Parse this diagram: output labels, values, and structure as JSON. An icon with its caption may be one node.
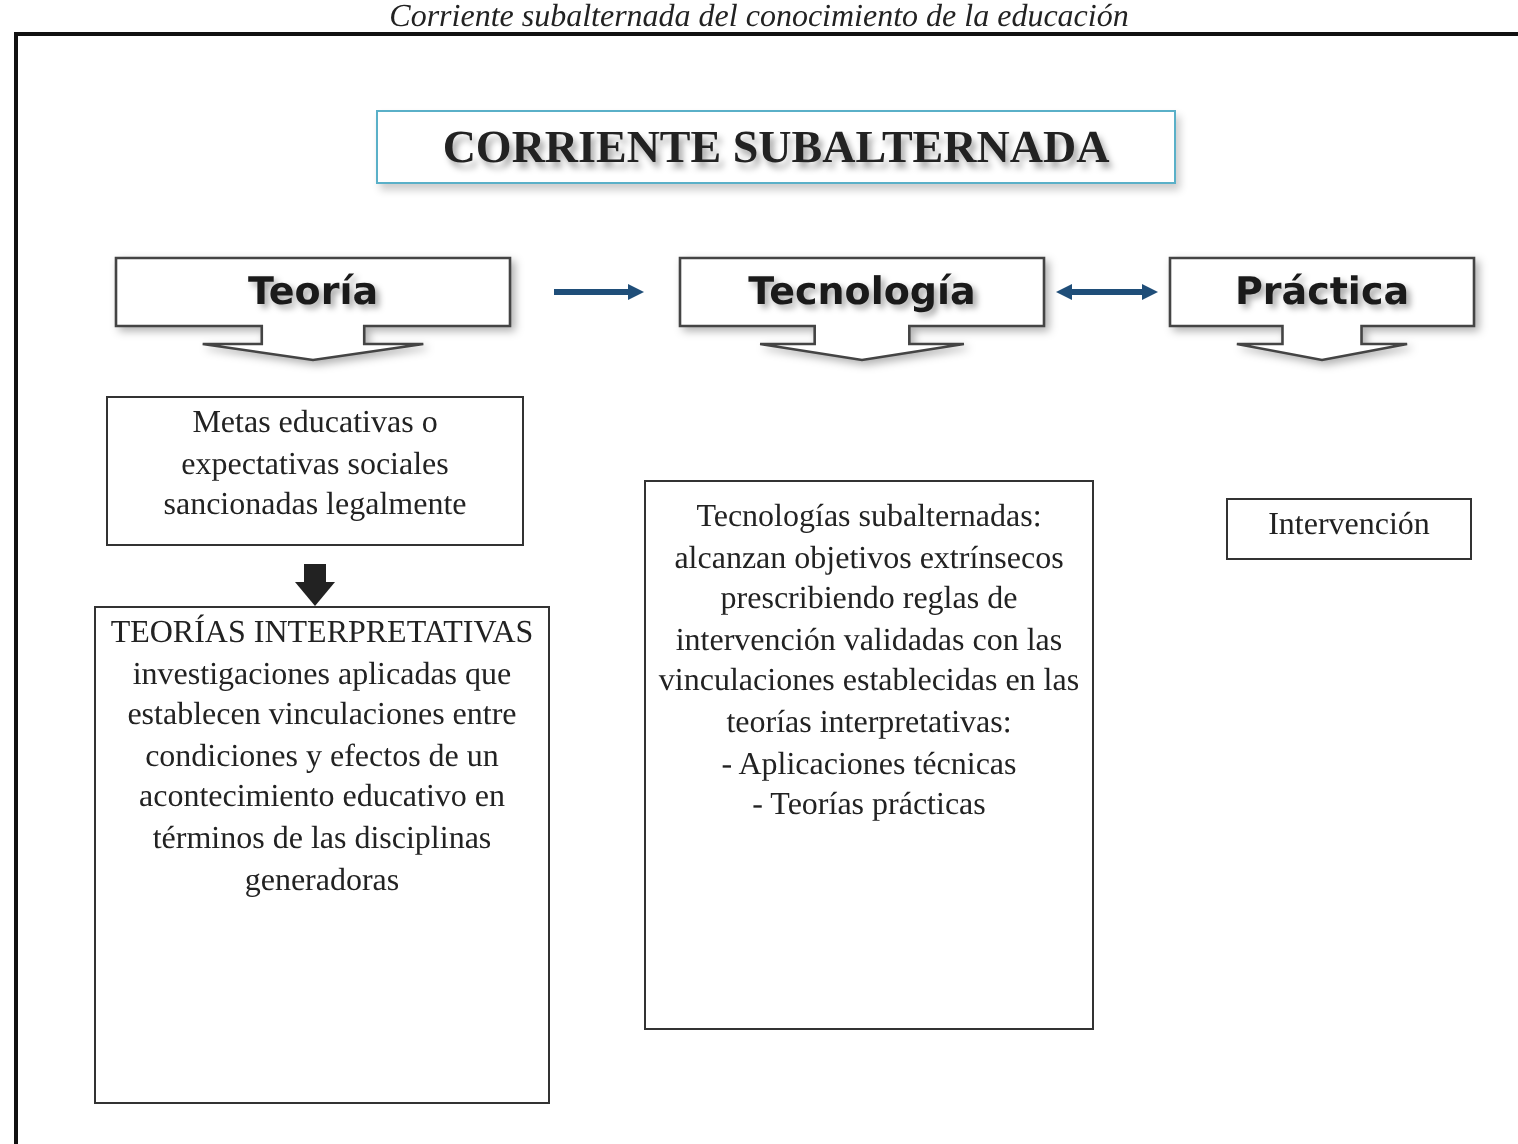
{
  "diagram": {
    "title": "Corriente subalternada del conocimiento de la educación",
    "nodes": [
      {
        "text": [
          "CORRIENTE SUBALTERNADA"
        ]
      },
      {
        "text": [
          "Teoría"
        ]
      },
      {
        "text": [
          "Tecnología"
        ]
      },
      {
        "text": [
          "Práctica"
        ]
      },
      {
        "text": [
          "Metas educativas o expectativas sociales sancionadas legalmente"
        ]
      },
      {
        "text": [
          "TEORÍAS INTERPRETATIVAS",
          "investigaciones aplicadas que establecen vinculaciones entre condiciones y efectos de un acontecimiento educativo en términos de las disciplinas generadoras"
        ]
      },
      {
        "text": [
          "Tecnologías subalternadas: alcanzan objetivos extrínsecos prescribiendo reglas de intervención validadas con las vinculaciones establecidas en las teorías interpretativas:",
          "- Aplicaciones técnicas",
          "- Teorías prácticas"
        ]
      },
      {
        "text": [
          "Intervención"
        ]
      }
    ],
    "edges": [
      {
        "from": 1,
        "to": 2,
        "arrow": "to"
      },
      {
        "from": 2,
        "to": 3,
        "arrow": "both"
      },
      {
        "from": 4,
        "to": 5,
        "arrow": "to",
        "style": "thick",
        "color": "#222222"
      }
    ]
  }
}
